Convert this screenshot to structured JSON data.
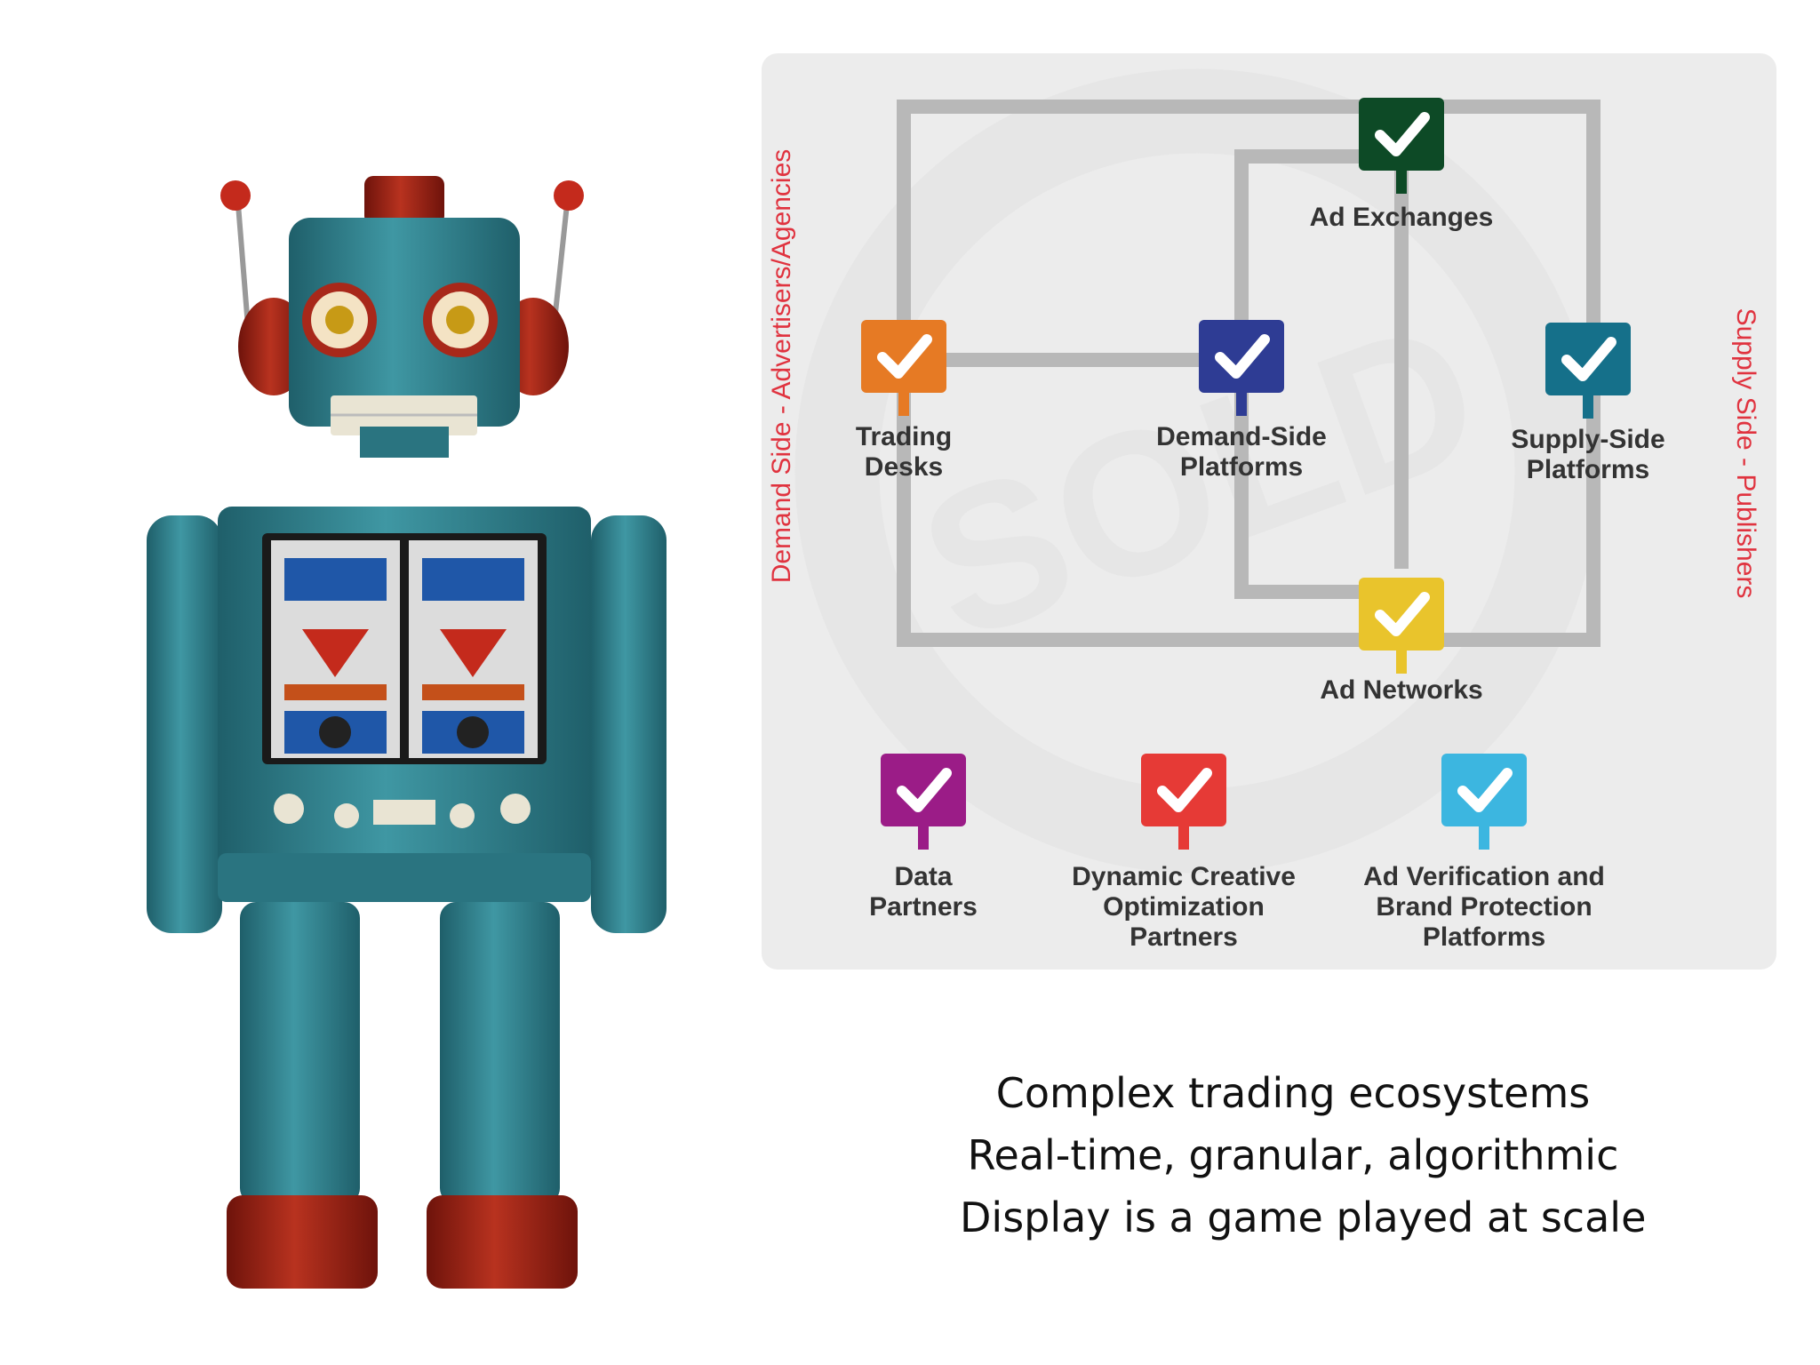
{
  "diagram": {
    "demand_side_label": "Demand Side - Advertisers/Agencies",
    "supply_side_label": "Supply Side - Publishers",
    "watermark_text": "SOLD",
    "nodes": [
      {
        "id": "ad-exchanges",
        "label": "Ad Exchanges",
        "color": "#0d4a26"
      },
      {
        "id": "trading-desks",
        "label": "Trading\nDesks",
        "color": "#e67a24"
      },
      {
        "id": "demand-side-platforms",
        "label": "Demand-Side\nPlatforms",
        "color": "#2e3c94"
      },
      {
        "id": "supply-side-platforms",
        "label": "Supply-Side\nPlatforms",
        "color": "#15708a"
      },
      {
        "id": "ad-networks",
        "label": "Ad Networks",
        "color": "#e9c42c"
      },
      {
        "id": "data-partners",
        "label": "Data\nPartners",
        "color": "#9b1c87"
      },
      {
        "id": "dynamic-creative-optimization-partners",
        "label": "Dynamic Creative\nOptimization\nPartners",
        "color": "#e63a36"
      },
      {
        "id": "ad-verification-brand-protection",
        "label": "Ad Verification and\nBrand Protection\nPlatforms",
        "color": "#3cb6e0"
      }
    ]
  },
  "caption": {
    "line1": "Complex trading ecosystems",
    "line2": "Real-time, granular, algorithmic",
    "line3": "Display is a game played at scale"
  },
  "colors": {
    "side_label": "#e0333f",
    "panel_bg": "#ececec",
    "connector": "#b8b8b8",
    "robot_teal": "#2f7f8c",
    "robot_red": "#9e2015"
  }
}
